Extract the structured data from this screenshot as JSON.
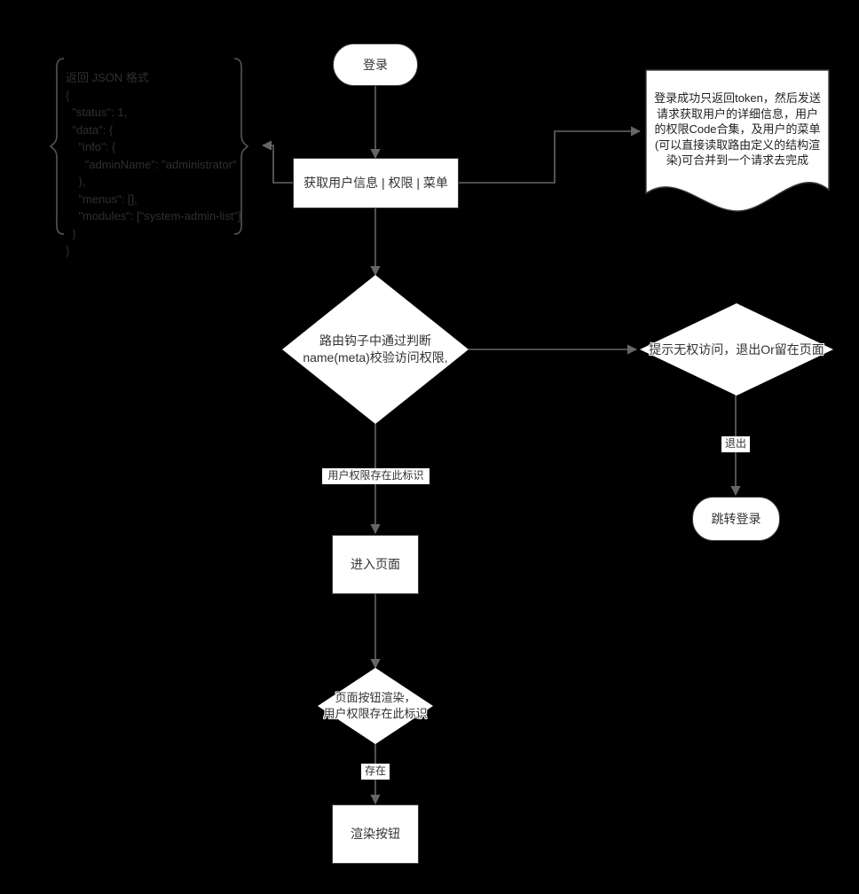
{
  "diagram": {
    "title": "Route Permission Flow",
    "background_color": "#000000",
    "node_fill": "#ffffff",
    "node_stroke": "#3a3a3a",
    "edge_color": "#666666",
    "text_color": "#333333"
  },
  "nodes": {
    "login": {
      "label": "登录",
      "shape": "rounded"
    },
    "fetch_user": {
      "label": "获取用户信息 | 权限 | 菜单",
      "shape": "rect"
    },
    "json_note": {
      "shape": "brace-note",
      "text": "返回 JSON 格式\n{\n  \"status\": 1,\n  \"data\": {\n    \"info\": {\n      \"adminName\": \"administrator\"\n    },\n    \"menus\": [],\n    \"modules\": [\"system-admin-list\"]\n  }\n}"
    },
    "login_note": {
      "shape": "document",
      "text": "登录成功只返回token，然后发送请求获取用户的详细信息，用户的权限Code合集，及用户的菜单(可以直接读取路由定义的结构渲染)可合并到一个请求去完成"
    },
    "route_guard": {
      "label": "路由钩子中通过判断\nname(meta)校验访问权限,",
      "shape": "diamond"
    },
    "no_permission": {
      "label": "提示无权访问，退出Or留在页面",
      "shape": "diamond"
    },
    "redirect_login": {
      "label": "跳转登录",
      "shape": "rounded"
    },
    "enter_page": {
      "label": "进入页面",
      "shape": "rect"
    },
    "button_render": {
      "label": "页面按钮渲染，\n用户权限存在此标识",
      "shape": "diamond"
    },
    "render_button": {
      "label": "渲染按钮",
      "shape": "rect"
    }
  },
  "edge_labels": {
    "has_permission": "用户权限存在此标识",
    "logout": "退出",
    "exists": "存在"
  }
}
